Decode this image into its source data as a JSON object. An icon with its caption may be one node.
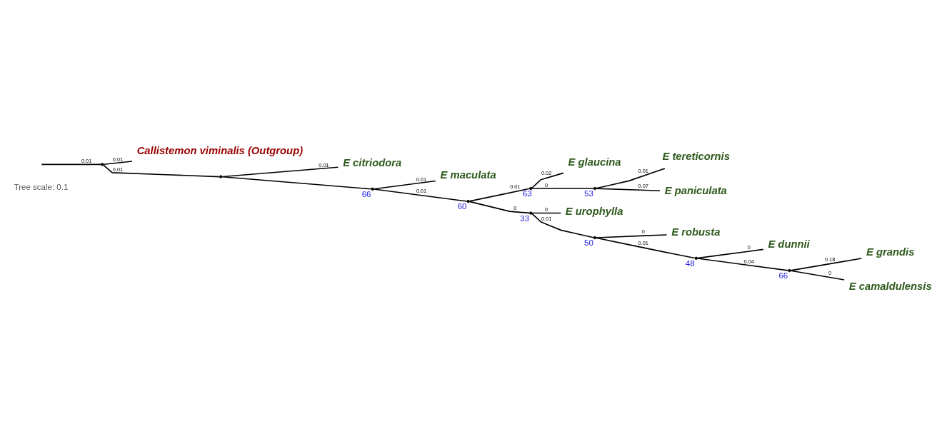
{
  "diagram": {
    "nodes": [
      {
        "text": [],
        "shape": "point"
      },
      {
        "text": [
          "Callistemon viminalis (Outgroup)"
        ]
      },
      {
        "text": [],
        "shape": "point"
      },
      {
        "text": [
          "E citriodora"
        ]
      },
      {
        "text": [],
        "shape": "point",
        "beside": [
          "66"
        ]
      },
      {
        "text": [
          "E maculata"
        ]
      },
      {
        "text": [],
        "shape": "point",
        "beside": [
          "60"
        ]
      },
      {
        "text": [],
        "shape": "point",
        "beside": [
          "63"
        ]
      },
      {
        "text": [
          "E glaucina"
        ]
      },
      {
        "text": [],
        "shape": "point",
        "beside": [
          "53"
        ]
      },
      {
        "text": [
          "E tereticornis"
        ]
      },
      {
        "text": [
          "E paniculata"
        ]
      },
      {
        "text": [],
        "shape": "point",
        "beside": [
          "33"
        ]
      },
      {
        "text": [
          "E urophylla"
        ]
      },
      {
        "text": [],
        "shape": "point",
        "beside": [
          "50"
        ]
      },
      {
        "text": [
          "E robusta"
        ]
      },
      {
        "text": [],
        "shape": "point",
        "beside": [
          "48"
        ]
      },
      {
        "text": [
          "E dunnii"
        ]
      },
      {
        "text": [],
        "shape": "point",
        "beside": [
          "66"
        ]
      },
      {
        "text": [
          "E grandis"
        ]
      },
      {
        "text": [
          "E camaldulensis"
        ]
      }
    ],
    "edges": [
      {
        "from": null,
        "to": 0,
        "arrow": "none",
        "label": "0.01"
      },
      {
        "from": 0,
        "to": 1,
        "arrow": "none",
        "label": "0.01"
      },
      {
        "from": 0,
        "to": 2,
        "arrow": "none",
        "label": "0.01"
      },
      {
        "from": 2,
        "to": 3,
        "arrow": "none",
        "label": "0.01"
      },
      {
        "from": 2,
        "to": 4,
        "arrow": "none"
      },
      {
        "from": 4,
        "to": 5,
        "arrow": "none",
        "label": "0.01"
      },
      {
        "from": 4,
        "to": 6,
        "arrow": "none",
        "label": "0.01"
      },
      {
        "from": 6,
        "to": 7,
        "arrow": "none",
        "label": "0.01"
      },
      {
        "from": 6,
        "to": 12,
        "arrow": "none",
        "label": "0"
      },
      {
        "from": 7,
        "to": 8,
        "arrow": "none",
        "label": "0.02"
      },
      {
        "from": 7,
        "to": 9,
        "arrow": "none",
        "label": "0"
      },
      {
        "from": 9,
        "to": 10,
        "arrow": "none",
        "label": "0.01"
      },
      {
        "from": 9,
        "to": 11,
        "arrow": "none",
        "label": "0.07"
      },
      {
        "from": 12,
        "to": 13,
        "arrow": "none",
        "label": "0"
      },
      {
        "from": 12,
        "to": 14,
        "arrow": "none",
        "label": "0.01"
      },
      {
        "from": 14,
        "to": 15,
        "arrow": "none",
        "label": "0"
      },
      {
        "from": 14,
        "to": 16,
        "arrow": "none",
        "label": "0.01"
      },
      {
        "from": 16,
        "to": 17,
        "arrow": "none",
        "label": "0"
      },
      {
        "from": 16,
        "to": 18,
        "arrow": "none",
        "label": "0.04"
      },
      {
        "from": 18,
        "to": 19,
        "arrow": "none",
        "label": "0.18"
      },
      {
        "from": 18,
        "to": 20,
        "arrow": "none",
        "label": "0"
      }
    ],
    "labels": [
      "Tree scale: 0.1"
    ]
  }
}
